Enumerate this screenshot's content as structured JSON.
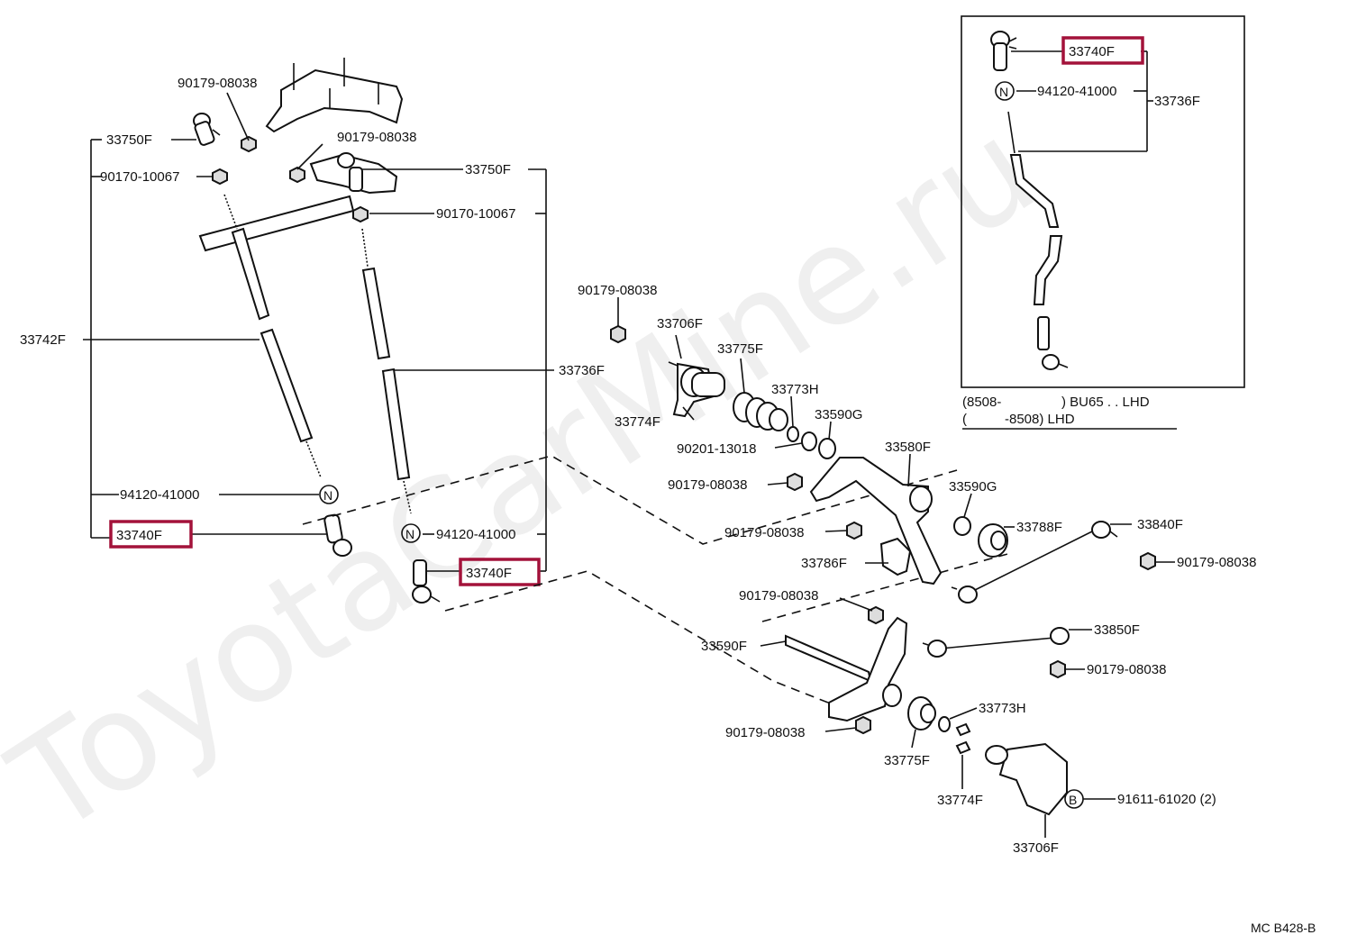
{
  "watermark": "ToyotaCarMine.ru",
  "diagram_code": "MC B428-B",
  "highlight_color": "#a3123a",
  "labels": {
    "p90179_top": "90179-08038",
    "p33750_left": "33750F",
    "p90170_left": "90170-10067",
    "p90179_mid": "90179-08038",
    "p33750_right": "33750F",
    "p90170_right": "90170-10067",
    "p33742": "33742F",
    "p94120_left": "94120-41000",
    "p33740_left": "33740F",
    "p94120_mid": "94120-41000",
    "p33740_mid": "33740F",
    "p33736_mid": "33736F",
    "p90179_c1": "90179-08038",
    "p33706_top": "33706F",
    "p33775_top": "33775F",
    "p33773_top": "33773H",
    "p33774_top": "33774F",
    "p33590g_1": "33590G",
    "p90201": "90201-13018",
    "p33580": "33580F",
    "p90179_c2": "90179-08038",
    "p33590g_2": "33590G",
    "p90179_c3": "90179-08038",
    "p33788": "33788F",
    "p33840": "33840F",
    "p90179_r1": "90179-08038",
    "p33786": "33786F",
    "p90179_c4": "90179-08038",
    "p33850": "33850F",
    "p33590f": "33590F",
    "p90179_r2": "90179-08038",
    "p33773_bot": "33773H",
    "p90179_c5": "90179-08038",
    "p33775_bot": "33775F",
    "p33774_bot": "33774F",
    "p91611": "91611-61020 (2)",
    "p33706_bot": "33706F",
    "inset_33740": "33740F",
    "inset_94120": "94120-41000",
    "inset_33736": "33736F",
    "note_line1_open": "(8508-",
    "note_line1_text": ") BU65 . . LHD",
    "note_line2_open": "(",
    "note_line2_text": "-8508) LHD"
  },
  "symbols": {
    "nut_mark": "N",
    "bolt_mark": "B"
  }
}
